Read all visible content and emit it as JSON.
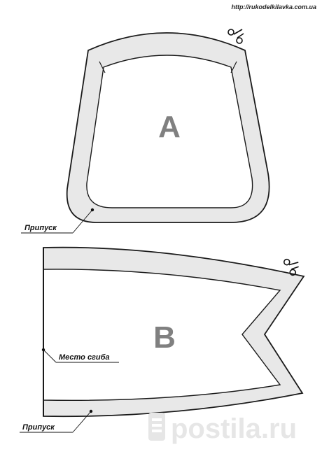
{
  "site_url": "http://rukodelkilavka.com.ua",
  "pattern_a": {
    "label": "A",
    "allowance_label": "Припуск"
  },
  "pattern_b": {
    "label": "B",
    "fold_label": "Место сгиба",
    "allowance_label": "Припуск"
  },
  "watermark": {
    "text": "postila.ru",
    "color": "#e6e6e6"
  },
  "colors": {
    "seam_allowance_fill": "#e8e8e8",
    "outline": "#1a1a1a",
    "label_gray": "#808080"
  },
  "icons": [
    "scissors-icon",
    "pin-icon"
  ]
}
